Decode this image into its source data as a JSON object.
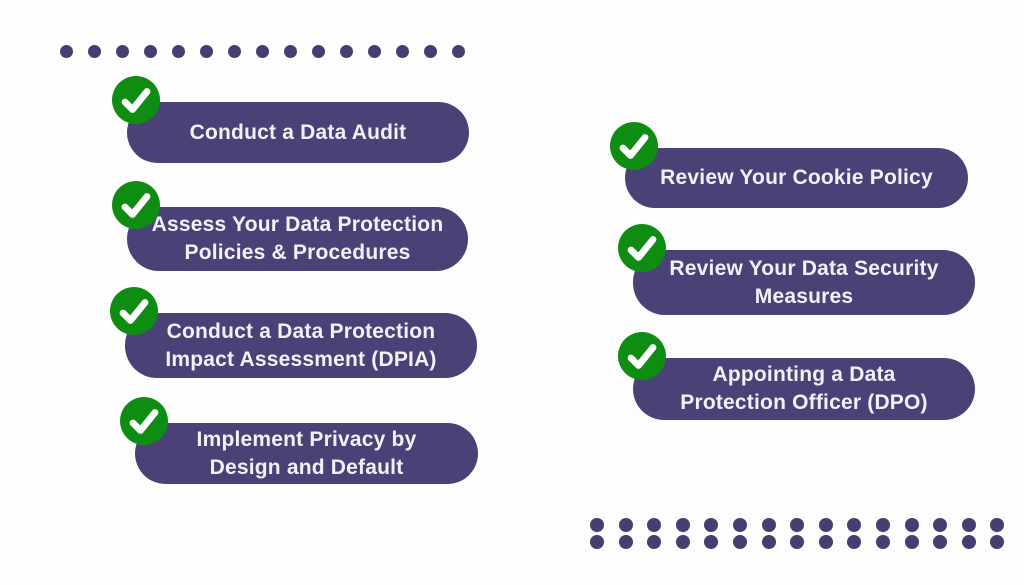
{
  "page": {
    "background": "#fdfdfe"
  },
  "palette": {
    "pill_color": "#4a4277",
    "pill_text_color": "#f3f0f9",
    "dot_color": "#453e70",
    "check_circle_color": "#0f8c12",
    "check_mark_color": "#ffffff"
  },
  "checklist": {
    "left_column": {
      "items": [
        {
          "label": "Conduct a Data Audit",
          "lines": [
            "Conduct a Data Audit"
          ],
          "checked": true
        },
        {
          "label": "Assess Your Data Protection Policies & Procedures",
          "lines": [
            "Assess Your Data Protection",
            "Policies & Procedures"
          ],
          "checked": true
        },
        {
          "label": "Conduct a Data Protection Impact Assessment (DPIA)",
          "lines": [
            "Conduct a Data Protection",
            "Impact Assessment (DPIA)"
          ],
          "checked": true
        },
        {
          "label": "Implement Privacy by Design and Default",
          "lines": [
            "Implement Privacy by",
            "Design and Default"
          ],
          "checked": true
        }
      ]
    },
    "right_column": {
      "items": [
        {
          "label": "Review Your Cookie Policy",
          "lines": [
            "Review Your Cookie Policy"
          ],
          "checked": true
        },
        {
          "label": "Review Your Data Security Measures",
          "lines": [
            "Review Your Data Security",
            "Measures"
          ],
          "checked": true
        },
        {
          "label": "Appointing a Data Protection Officer (DPO)",
          "lines": [
            "Appointing a Data",
            "Protection Officer (DPO)"
          ],
          "checked": true
        }
      ]
    },
    "check_icon": "green-circle-checkmark"
  },
  "ornaments": {
    "top_dot_row": {
      "rows": 1,
      "columns": 15
    },
    "bottom_dot_grid": {
      "rows": 2,
      "columns": 15
    }
  }
}
